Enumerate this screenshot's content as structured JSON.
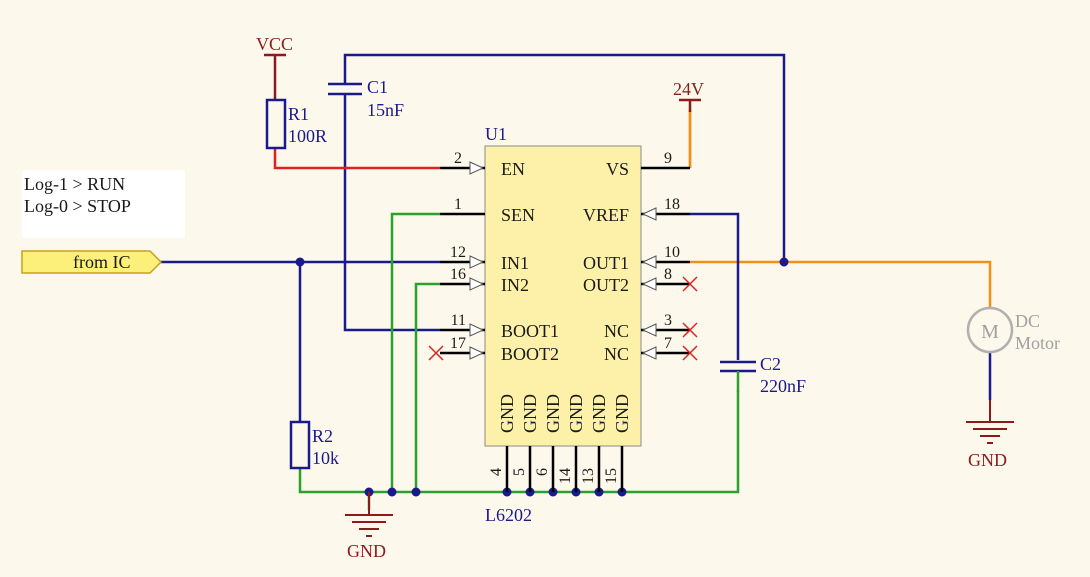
{
  "power": {
    "vcc": "VCC",
    "v24": "24V",
    "gnd_left": "GND",
    "gnd_right": "GND"
  },
  "components": {
    "r1": {
      "ref": "R1",
      "value": "100R"
    },
    "r2": {
      "ref": "R2",
      "value": "10k"
    },
    "c1": {
      "ref": "C1",
      "value": "15nF"
    },
    "c2": {
      "ref": "C2",
      "value": "220nF"
    },
    "u1": {
      "ref": "U1",
      "part": "L6202"
    },
    "motor": {
      "symbol": "M",
      "line1": "DC",
      "line2": "Motor"
    }
  },
  "note": {
    "line1": "Log-1 > RUN",
    "line2": "Log-0 > STOP"
  },
  "port": {
    "label": "from IC"
  },
  "pins": {
    "en": {
      "num": "2",
      "name": "EN"
    },
    "sen": {
      "num": "1",
      "name": "SEN"
    },
    "in1": {
      "num": "12",
      "name": "IN1"
    },
    "in2": {
      "num": "16",
      "name": "IN2"
    },
    "boot1": {
      "num": "11",
      "name": "BOOT1"
    },
    "boot2": {
      "num": "17",
      "name": "BOOT2"
    },
    "vs": {
      "num": "9",
      "name": "VS"
    },
    "vref": {
      "num": "18",
      "name": "VREF"
    },
    "out1": {
      "num": "10",
      "name": "OUT1"
    },
    "out2": {
      "num": "8",
      "name": "OUT2"
    },
    "nc1": {
      "num": "3",
      "name": "NC"
    },
    "nc2": {
      "num": "7",
      "name": "NC"
    },
    "gnd_pins": [
      "4",
      "5",
      "6",
      "14",
      "13",
      "15"
    ],
    "gnd_name": "GND"
  },
  "colors": {
    "background": "#fdf8ec",
    "net_blue": "#1a1a8c",
    "net_red": "#e02020",
    "net_green": "#2ca02c",
    "net_orange": "#f0901a",
    "power_red": "#8b1a1a",
    "ic_fill": "#fdf0a8"
  }
}
